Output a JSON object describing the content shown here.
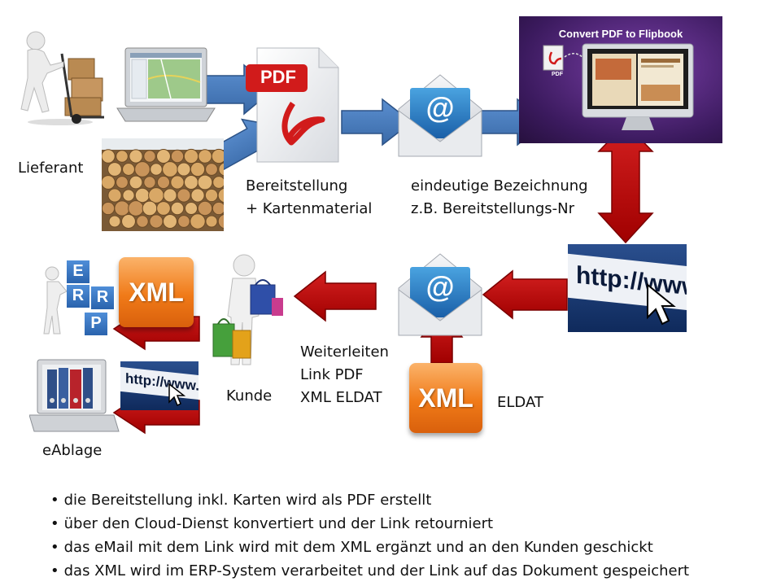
{
  "labels": {
    "lieferant": "Lieferant",
    "bereitstellung_1": "Bereitstellung",
    "bereitstellung_2": "+ Kartenmaterial",
    "bezeichnung_1": "eindeutige Bezeichnung",
    "bezeichnung_2": "z.B. Bereitstellungs-Nr",
    "weiterleiten_1": "Weiterleiten",
    "weiterleiten_2": "Link PDF",
    "weiterleiten_3": "XML ELDAT",
    "kunde": "Kunde",
    "eldat": "ELDAT",
    "eablage": "eAblage"
  },
  "pdf_icon": {
    "text": "PDF"
  },
  "flipbook": {
    "title": "Convert PDF to Flipbook",
    "small_pdf": "PDF"
  },
  "xml_badges": {
    "top": "XML",
    "bottom": "XML"
  },
  "http_panels": {
    "right": "http://www.",
    "small": "http://www."
  },
  "erp_cubes": [
    "E",
    "R",
    "R",
    "P"
  ],
  "email_symbol": "@",
  "bullets": [
    "die Bereitstellung inkl. Karten wird als PDF erstellt",
    "über den Cloud-Dienst konvertiert und der Link retourniert",
    "das eMail mit dem Link wird mit dem XML ergänzt und an den Kunden geschickt",
    "das XML wird im ERP-System verarbeitet und der Link auf das Dokument gespeichert"
  ],
  "colors": {
    "blue_arrow": "#4f81bd",
    "red_arrow": "#c00000",
    "xml_orange": "#f07a18"
  }
}
